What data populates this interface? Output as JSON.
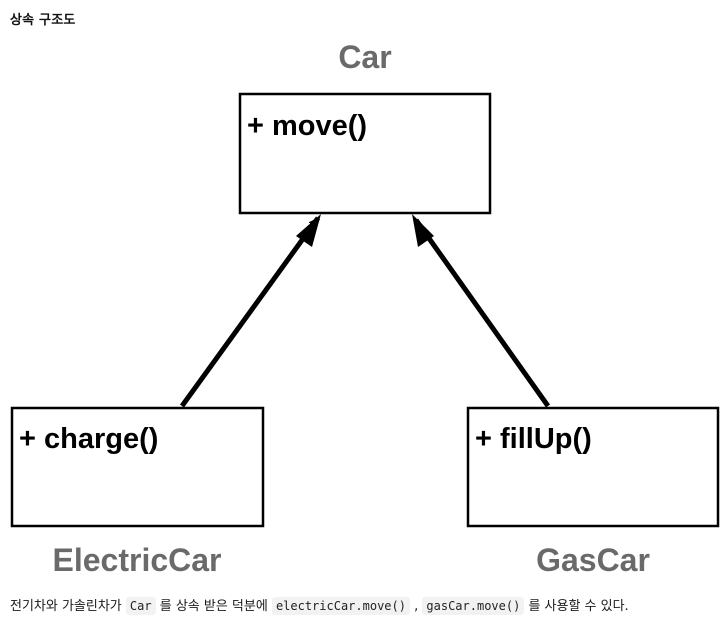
{
  "heading": "상속 구조도",
  "diagram": {
    "classes": {
      "car": {
        "name": "Car",
        "method": "+ move()"
      },
      "electric_car": {
        "name": "ElectricCar",
        "method": "+ charge()"
      },
      "gas_car": {
        "name": "GasCar",
        "method": "+ fillUp()"
      }
    },
    "relations": [
      {
        "from": "ElectricCar",
        "to": "Car",
        "type": "inheritance"
      },
      {
        "from": "GasCar",
        "to": "Car",
        "type": "inheritance"
      }
    ]
  },
  "caption": {
    "part1": "전기차와 가솔린차가 ",
    "code1": "Car",
    "part2": " 를 상속 받은 덕분에 ",
    "code2": "electricCar.move()",
    "part3": " , ",
    "code3": "gasCar.move()",
    "part4": " 를 사용할 수 있다."
  }
}
